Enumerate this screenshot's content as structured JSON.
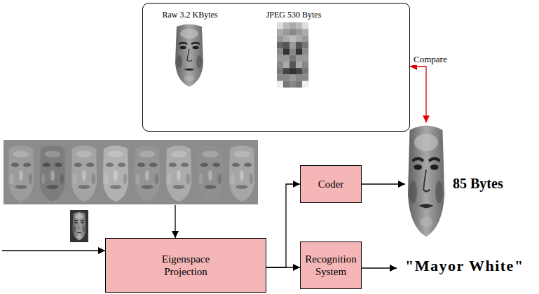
{
  "diagram": {
    "nodes": [
      {
        "text": [
          "Raw 3.2 KBytes",
          "JPEG 530 Bytes"
        ]
      },
      {
        "text": [
          "Coder"
        ]
      },
      {
        "text": [
          "85 Bytes"
        ]
      },
      {
        "text": [
          "Eigenspace Projection"
        ]
      },
      {
        "text": [
          "Recognition System"
        ]
      }
    ],
    "edges": [
      {
        "from": 3,
        "to": 1,
        "arrow": "to"
      },
      {
        "from": 3,
        "to": 4,
        "arrow": "to"
      },
      {
        "from": 1,
        "to": 2,
        "arrow": "to"
      },
      {
        "from": 2,
        "to": 0,
        "label": "Compare",
        "arrow": "both"
      }
    ],
    "labels": [
      "\"Mayor White\""
    ]
  }
}
